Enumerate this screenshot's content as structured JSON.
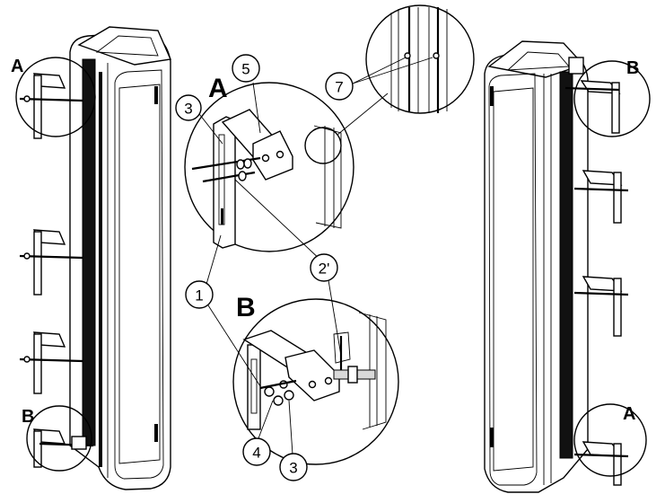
{
  "detail_letters": {
    "top_left": "A",
    "bottom_left": "B",
    "top_right": "B",
    "bottom_right": "A",
    "detail_a_title": "A",
    "detail_b_title": "B"
  },
  "callouts": {
    "c1": "1",
    "c2": "2'",
    "c3_top": "3",
    "c3_bottom": "3",
    "c4": "4",
    "c5": "5",
    "c7": "7"
  },
  "colors": {
    "line": "#000000",
    "background": "#ffffff",
    "shade": "#d9d9d9"
  }
}
